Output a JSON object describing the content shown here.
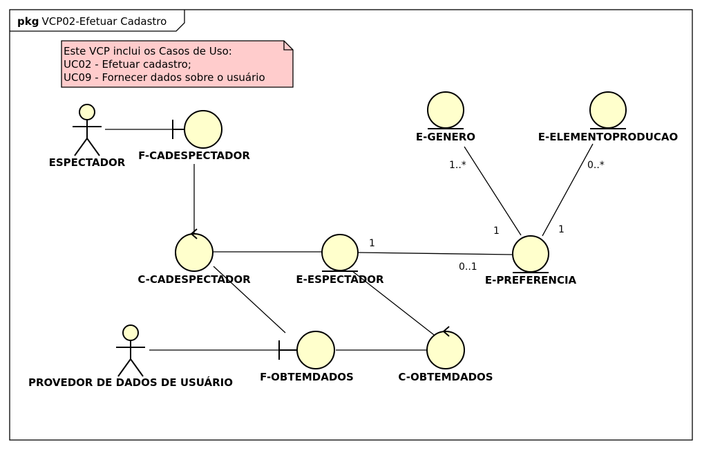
{
  "package": {
    "keyword": "pkg",
    "name": "VCP02-Efetuar Cadastro"
  },
  "note": {
    "lines": [
      "Este VCP inclui os Casos de Uso:",
      "UC02 - Efetuar cadastro;",
      "UC09 - Fornecer dados sobre o usuário"
    ],
    "color": "#ffcccc"
  },
  "actors": {
    "espectador": "ESPECTADOR",
    "provedor": "PROVEDOR DE DADOS DE USUÁRIO"
  },
  "boundaries": {
    "f_cadespectador": "F-CADESPECTADOR",
    "f_obtemdados": "F-OBTEMDADOS"
  },
  "controls": {
    "c_cadespectador": "C-CADESPECTADOR",
    "c_obtemdados": "C-OBTEMDADOS"
  },
  "entities": {
    "e_espectador": "E-ESPECTADOR",
    "e_preferencia": "E-PREFERENCIA",
    "e_genero": "E-GENERO",
    "e_elementoproducao": "E-ELEMENTOPRODUCAO"
  },
  "multiplicities": {
    "espectador_end": "1",
    "preferencia_end": "0..1",
    "genero_end": "1..*",
    "preferencia_genero_end": "1",
    "elementoproducao_end": "0..*",
    "preferencia_elemento_end": "1"
  },
  "colors": {
    "element_fill": "#ffffcc",
    "note_fill": "#ffcccc",
    "line": "#000000"
  }
}
